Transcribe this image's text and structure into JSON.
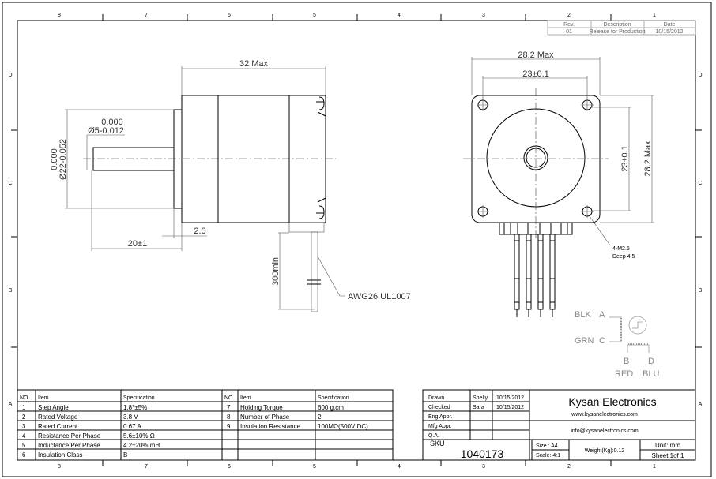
{
  "grid": {
    "columns": [
      "8",
      "7",
      "6",
      "5",
      "4",
      "3",
      "2",
      "1"
    ],
    "rows": [
      "D",
      "C",
      "B",
      "A"
    ]
  },
  "revision": {
    "headers": [
      "Rev.",
      "Description",
      "Date"
    ],
    "row": [
      "01",
      "Release for Production",
      "10/15/2012"
    ]
  },
  "side_view": {
    "length": "32 Max",
    "shaft_tol_upper": "0.000",
    "shaft_dia": "Ø5-0.012",
    "flange_tol_upper": "0.000",
    "flange_dia": "Ø22-0.052",
    "shaft_length": "20±1",
    "flange_height": "2.0",
    "lead_length": "300min",
    "wire_spec": "AWG26 UL1007"
  },
  "front_view": {
    "width": "28.2 Max",
    "hole_spacing": "23±0.1",
    "hole_spacing_v": "23±0.1",
    "height": "28.2 Max",
    "hole_note_1": "4-M2.5",
    "hole_note_2": "Deep 4.5"
  },
  "wiring": {
    "a_color": "BLK",
    "a_label": "A",
    "c_color": "GRN",
    "c_label": "C",
    "b_label": "B",
    "b_color": "RED",
    "d_label": "D",
    "d_color": "BLU"
  },
  "spec_table": {
    "headers": [
      "NO.",
      "Item",
      "Specification",
      "NO.",
      "Item",
      "Specification"
    ],
    "left": [
      [
        "1",
        "Step Angle",
        "1.8°±5%"
      ],
      [
        "2",
        "Rated Voltage",
        "3.8 V"
      ],
      [
        "3",
        "Rated Current",
        "0.67 A"
      ],
      [
        "4",
        "Resistance Per Phase",
        "5.6±10% Ω"
      ],
      [
        "5",
        "Inductance Per Phase",
        "4.2±20% mH"
      ],
      [
        "6",
        "Insulation Class",
        "B"
      ]
    ],
    "right": [
      [
        "7",
        "Holding Torque",
        "600 g.cm"
      ],
      [
        "8",
        "Number of Phase",
        "2"
      ],
      [
        "9",
        "Insulation Resistance",
        "100MΩ(500V DC)"
      ]
    ]
  },
  "title_block": {
    "approvals": [
      [
        "Drawn",
        "Shelly",
        "10/15/2012"
      ],
      [
        "Checked",
        "Sara",
        "10/15/2012"
      ],
      [
        "Eng Appr.",
        "",
        ""
      ],
      [
        "Mfg Appr.",
        "",
        ""
      ],
      [
        "Q.A.",
        "",
        ""
      ]
    ],
    "sku_label": "SKU",
    "sku": "1040173",
    "company": "Kysan Electronics",
    "website": "www.kysanelectronics.com",
    "email": "info@kysanelectronics.com",
    "size": "Size : A4",
    "scale": "Scale: 4:1",
    "weight": "Weight(Kg):0.12",
    "unit": "Unit: mm",
    "sheet": "Sheet 1of 1"
  }
}
